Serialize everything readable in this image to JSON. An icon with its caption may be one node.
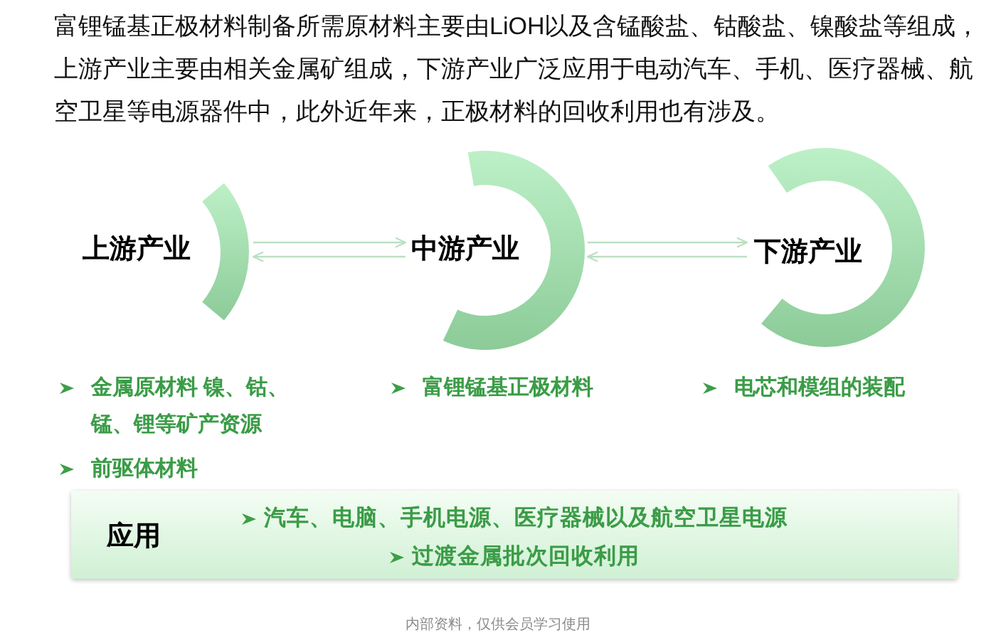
{
  "diagram": {
    "nodes": [
      {
        "text": [
          "上游产业"
        ],
        "beside": [
          "金属原材料 镍、钴、锰、锂等矿产资源",
          "前驱体材料"
        ]
      },
      {
        "text": [
          "中游产业"
        ],
        "beside": [
          "富锂锰基正极材料"
        ]
      },
      {
        "text": [
          "下游产业"
        ],
        "beside": [
          "电芯和模组的装配"
        ]
      },
      {
        "text": [
          "应用",
          "汽车、电脑、手机电源、医疗器械以及航空卫星电源",
          "过渡金属批次回收利用"
        ]
      }
    ],
    "edges": [
      {
        "from": 0,
        "to": 1,
        "arrow": "to"
      },
      {
        "from": 1,
        "to": 0,
        "arrow": "to"
      },
      {
        "from": 1,
        "to": 2,
        "arrow": "to"
      },
      {
        "from": 2,
        "to": 1,
        "arrow": "to"
      }
    ],
    "labels": [
      "富锂锰基正极材料制备所需原材料主要由LiOH以及含锰酸盐、钴酸盐、镍酸盐等组成，上游产业主要由相关金属矿组成，下游产业广泛应用于电动汽车、手机、医疗器械、航空卫星等电源器件中，此外近年来，正极材料的回收利用也有涉及。",
      "内部资料，仅供会员学习使用"
    ]
  }
}
